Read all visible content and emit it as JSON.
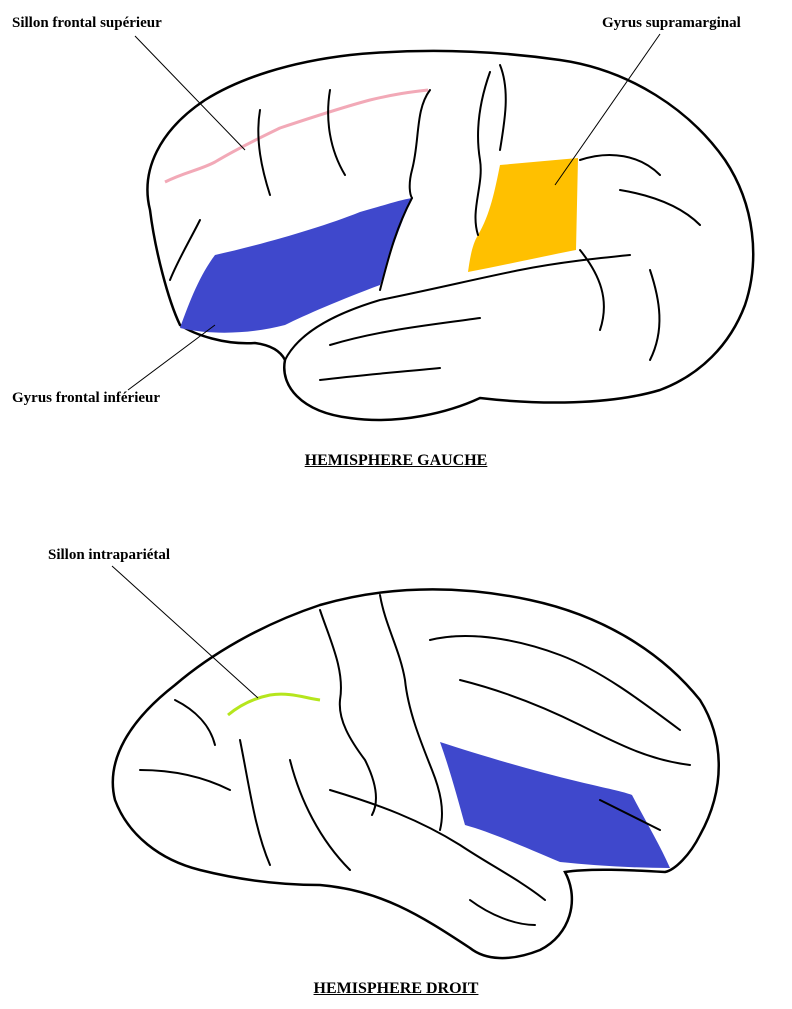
{
  "figures": [
    {
      "caption": "HEMISPHERE GAUCHE",
      "labels": {
        "superior_frontal_sulcus": "Sillon frontal supérieur",
        "supramarginal_gyrus": "Gyrus supramarginal",
        "inferior_frontal_gyrus": "Gyrus frontal inférieur"
      }
    },
    {
      "caption": "HEMISPHERE DROIT",
      "labels": {
        "intraparietal_sulcus": "Sillon intrapariétal"
      }
    }
  ],
  "colors": {
    "sulcus_pink": "#f2a9b7",
    "gyrus_blue": "#3f48cc",
    "gyrus_orange": "#ffc000",
    "sulcus_green": "#b5e61d",
    "outline": "#000000"
  }
}
